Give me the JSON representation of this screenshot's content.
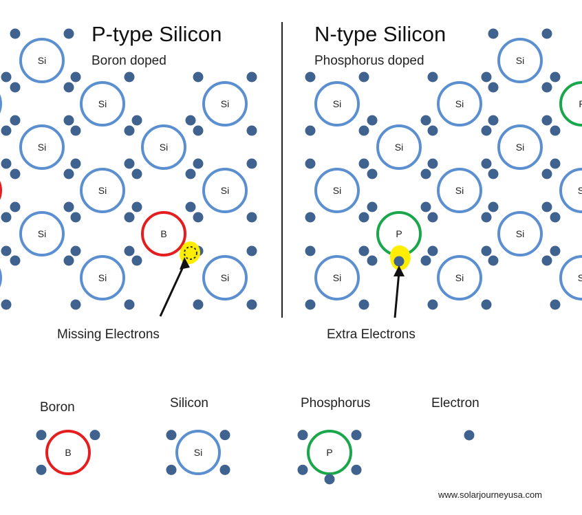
{
  "panels": {
    "p_type": {
      "title": "P-type Silicon",
      "subtitle": "Boron doped",
      "annotation": "Missing Electrons"
    },
    "n_type": {
      "title": "N-type Silicon",
      "subtitle": "Phosphorus doped",
      "annotation": "Extra Electrons"
    }
  },
  "atom_labels": {
    "silicon": "Si",
    "boron": "B",
    "phosphorus": "P"
  },
  "legend": {
    "boron": "Boron",
    "silicon": "Silicon",
    "phosphorus": "Phosphorus",
    "electron": "Electron"
  },
  "credit": "www.solarjourneyusa.com",
  "colors": {
    "silicon_ring": "#5b8fd0",
    "boron_ring": "#e41e1e",
    "phosphorus_ring": "#1aa64a",
    "electron": "#3f628f",
    "highlight": "#ffee00"
  }
}
